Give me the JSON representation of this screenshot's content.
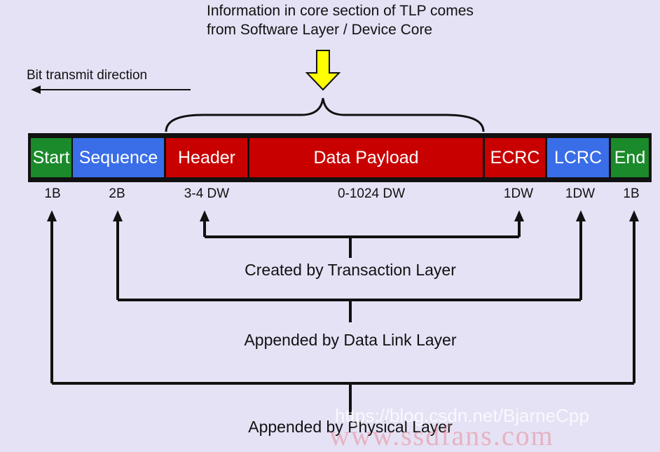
{
  "top_note": [
    "Information in core section of TLP comes",
    "from Software Layer / Device Core"
  ],
  "direction_label": "Bit transmit direction",
  "fields": [
    {
      "id": "start",
      "label": "Start",
      "size": "1B",
      "color": "#1a8a2a"
    },
    {
      "id": "sequence",
      "label": "Sequence",
      "size": "2B",
      "color": "#3a6ee8"
    },
    {
      "id": "header",
      "label": "Header",
      "size": "3-4 DW",
      "color": "#c80000"
    },
    {
      "id": "data-payload",
      "label": "Data Payload",
      "size": "0-1024 DW",
      "color": "#c80000"
    },
    {
      "id": "ecrc",
      "label": "ECRC",
      "size": "1DW",
      "color": "#c80000"
    },
    {
      "id": "lcrc",
      "label": "LCRC",
      "size": "1DW",
      "color": "#3a6ee8"
    },
    {
      "id": "end",
      "label": "End",
      "size": "1B",
      "color": "#1a8a2a"
    }
  ],
  "captions": {
    "transaction": "Created by Transaction Layer",
    "data_link": "Appended by Data Link Layer",
    "physical": "Appended by Physical Layer"
  },
  "watermark": "https://blog.csdn.net/BjarneCpp",
  "watermark2": "www.ssdfans.com",
  "colors": {
    "arrow_fill": "#ffff00",
    "background": "#e6e2f5"
  }
}
